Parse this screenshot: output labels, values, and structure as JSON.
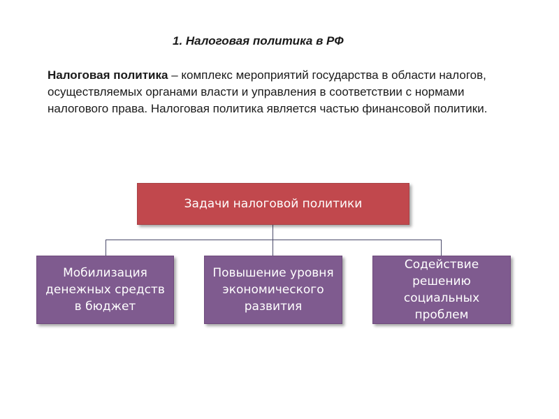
{
  "heading": "1. Налоговая политика в РФ",
  "definition": {
    "term": "Налоговая политика",
    "text": " – комплекс мероприятий государства в области налогов, осуществляемых органами власти и управления в соответствии с нормами налогового права. Налоговая политика является частью финансовой политики."
  },
  "diagram": {
    "root": {
      "label": "Задачи налоговой политики",
      "color": "#c1484d"
    },
    "children": [
      {
        "label": "Мобилизация денежных средств в бюджет",
        "color": "#7f5b8f"
      },
      {
        "label": "Повышение уровня экономического развития",
        "color": "#7f5b8f"
      },
      {
        "label": "Содействие решению социальных проблем",
        "color": "#7f5b8f"
      }
    ],
    "connector_color": "#4a4a6a"
  }
}
